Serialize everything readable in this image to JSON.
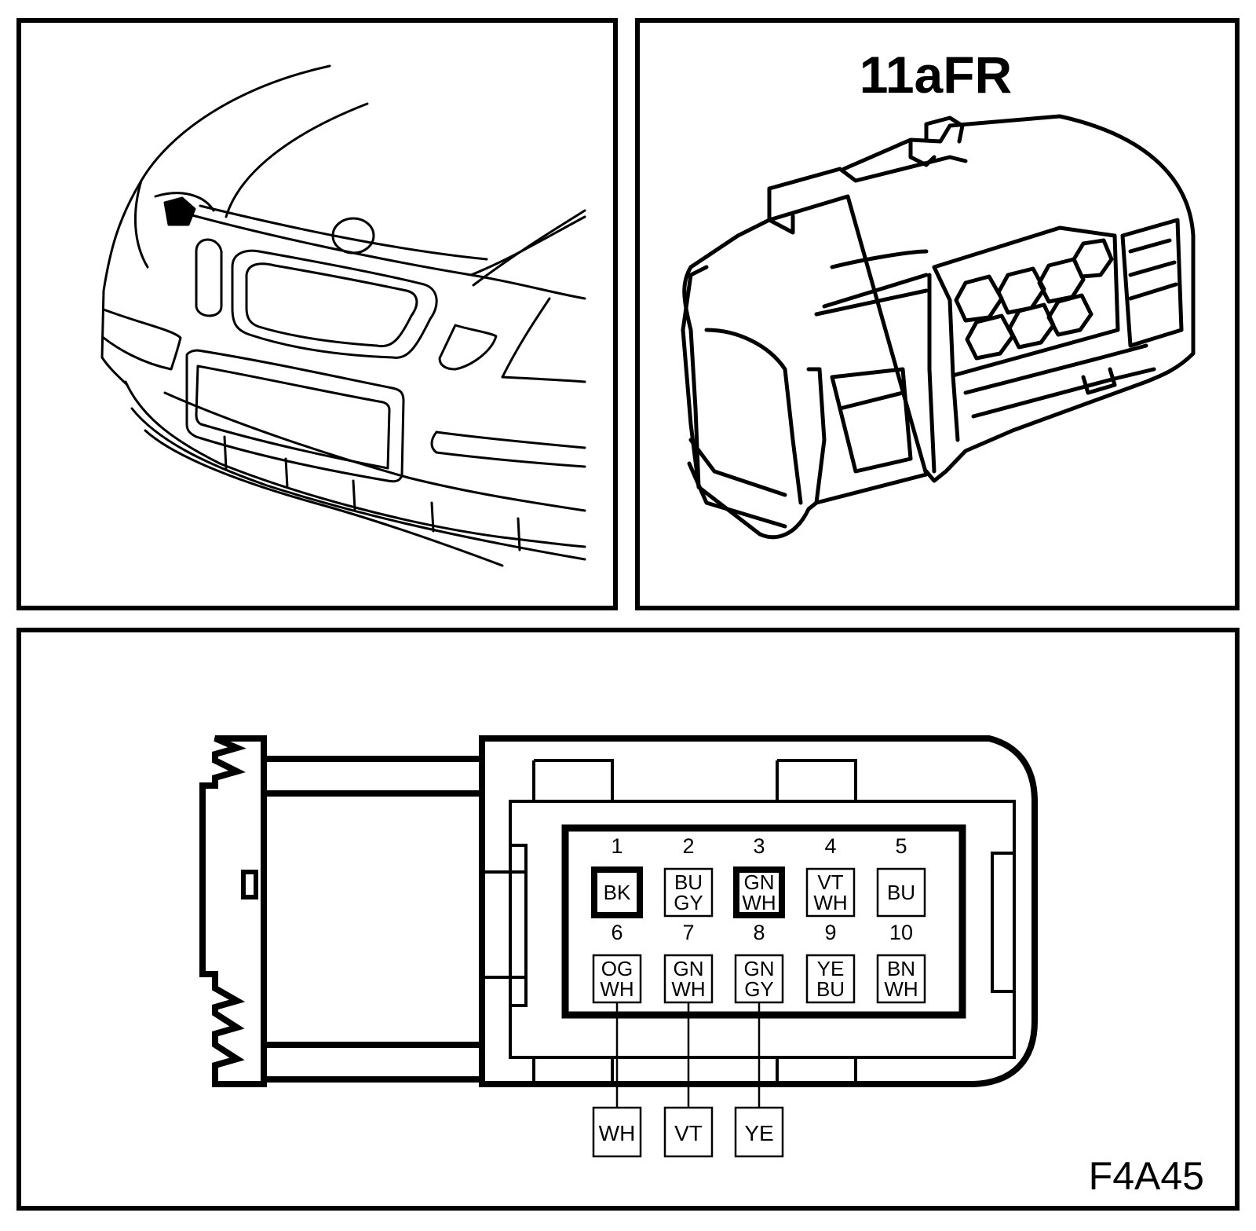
{
  "connector": {
    "title": "11aFR",
    "figure_code": "F4A45"
  },
  "pins": [
    {
      "num": "1",
      "lines": [
        "BK"
      ],
      "bold": true
    },
    {
      "num": "2",
      "lines": [
        "BU",
        "GY"
      ],
      "bold": false
    },
    {
      "num": "3",
      "lines": [
        "GN",
        "WH"
      ],
      "bold": true
    },
    {
      "num": "4",
      "lines": [
        "VT",
        "WH"
      ],
      "bold": false
    },
    {
      "num": "5",
      "lines": [
        "BU"
      ],
      "bold": false
    },
    {
      "num": "6",
      "lines": [
        "OG",
        "WH"
      ],
      "bold": false
    },
    {
      "num": "7",
      "lines": [
        "GN",
        "WH"
      ],
      "bold": false
    },
    {
      "num": "8",
      "lines": [
        "GN",
        "GY"
      ],
      "bold": false
    },
    {
      "num": "9",
      "lines": [
        "YE",
        "BU"
      ],
      "bold": false
    },
    {
      "num": "10",
      "lines": [
        "BN",
        "WH"
      ],
      "bold": false
    }
  ],
  "wires": [
    {
      "from_pin": "6",
      "label": "WH"
    },
    {
      "from_pin": "7",
      "label": "VT"
    },
    {
      "from_pin": "8",
      "label": "YE"
    }
  ]
}
